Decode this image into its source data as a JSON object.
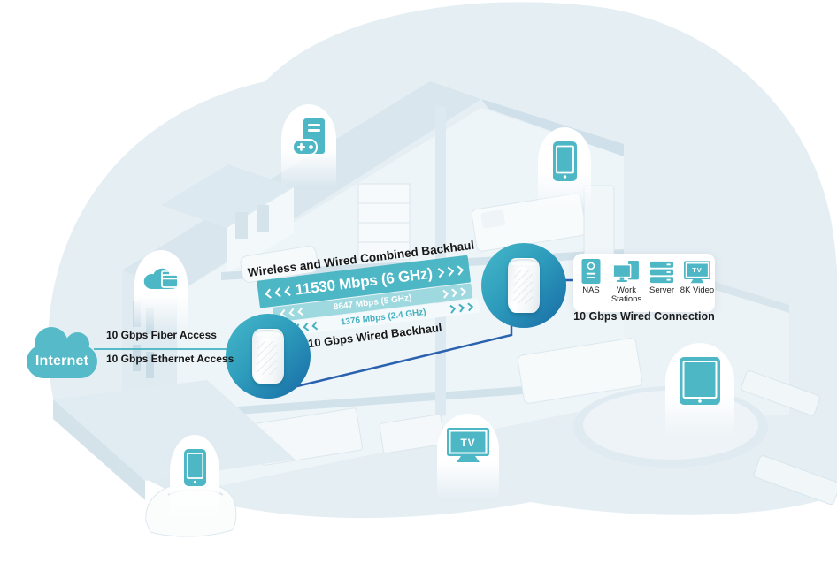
{
  "internet": {
    "label": "Internet",
    "fiber_label": "10 Gbps Fiber Access",
    "ethernet_label": "10 Gbps Ethernet Access"
  },
  "backhaul": {
    "combined_label": "Wireless and Wired Combined Backhaul",
    "wifi_6ghz": "11530 Mbps (6 GHz)",
    "wifi_5ghz": "8647 Mbps (5 GHz)",
    "wifi_24ghz": "1376 Mbps (2.4 GHz)",
    "wired_label": "10 Gbps Wired Backhaul"
  },
  "wired_devices": {
    "caption": "10 Gbps Wired Connection",
    "items": [
      {
        "icon": "nas-icon",
        "label": "NAS"
      },
      {
        "icon": "workstations-icon",
        "label": "Work Stations"
      },
      {
        "icon": "server-icon",
        "label": "Server"
      },
      {
        "icon": "8k-video-icon",
        "label": "8K Video"
      }
    ]
  },
  "device_pins": [
    {
      "icon": "cloud-storage-icon"
    },
    {
      "icon": "gaming-pc-icon"
    },
    {
      "icon": "smartphone-icon"
    },
    {
      "icon": "tablet-icon"
    },
    {
      "icon": "tv-icon"
    },
    {
      "icon": "smartphone-icon"
    }
  ],
  "mesh_units": [
    {
      "icon": "deco-router-icon"
    },
    {
      "icon": "deco-router-icon"
    }
  ],
  "colors": {
    "teal": "#4db7c5",
    "teal_light": "#9ed9e0",
    "cloud_teal": "#56bac8",
    "navy_wire": "#2b62b0",
    "dark_text": "#1a1a1a"
  }
}
